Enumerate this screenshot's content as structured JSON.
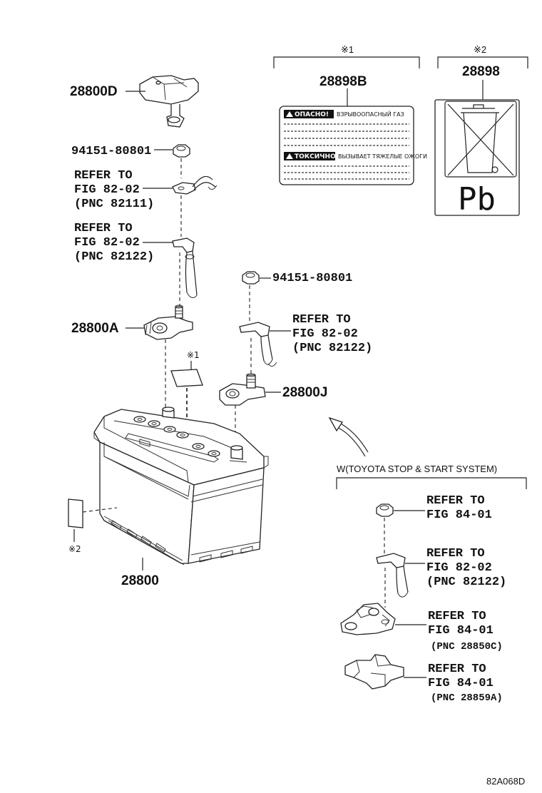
{
  "diagram": {
    "code": "82A068D",
    "labels": {
      "cover": "28800D",
      "nut_top": "94151-80801",
      "ref1": [
        "REFER TO",
        "FIG 82-02",
        "(PNC 82111)"
      ],
      "ref2": [
        "REFER TO",
        "FIG 82-02",
        "(PNC 82122)"
      ],
      "neg_clamp": "28800A",
      "nut_right": "94151-80801",
      "ref3": [
        "REFER TO",
        "FIG 82-02",
        "(PNC 82122)"
      ],
      "pos_clamp": "28800J",
      "battery": "28800",
      "note1_small": "※1",
      "note2_small": "※2"
    },
    "label_box_1": {
      "mark": "※1",
      "part_no": "28898B",
      "row1_warning": "ОПАСНО!",
      "row1_text": "ВЗРЫВООПАСНЫЙ ГАЗ",
      "row2_warning": "ТОКСИЧНО",
      "row2_text": "ВЫЗЫВАЕТ ТЯЖЕЛЫЕ ОЖОГИ"
    },
    "label_box_2": {
      "mark": "※2",
      "part_no": "28898",
      "symbol": "Pb"
    },
    "stop_start": {
      "header": "W(TOYOTA STOP & START SYSTEM)",
      "ref_a": [
        "REFER TO",
        "FIG 84-01"
      ],
      "ref_b": [
        "REFER TO",
        "FIG 82-02",
        "(PNC 82122)"
      ],
      "ref_c": [
        "REFER TO",
        "FIG 84-01",
        "(PNC 28850C)"
      ],
      "ref_d": [
        "REFER TO",
        "FIG 84-01",
        "(PNC 28859A)"
      ]
    }
  }
}
